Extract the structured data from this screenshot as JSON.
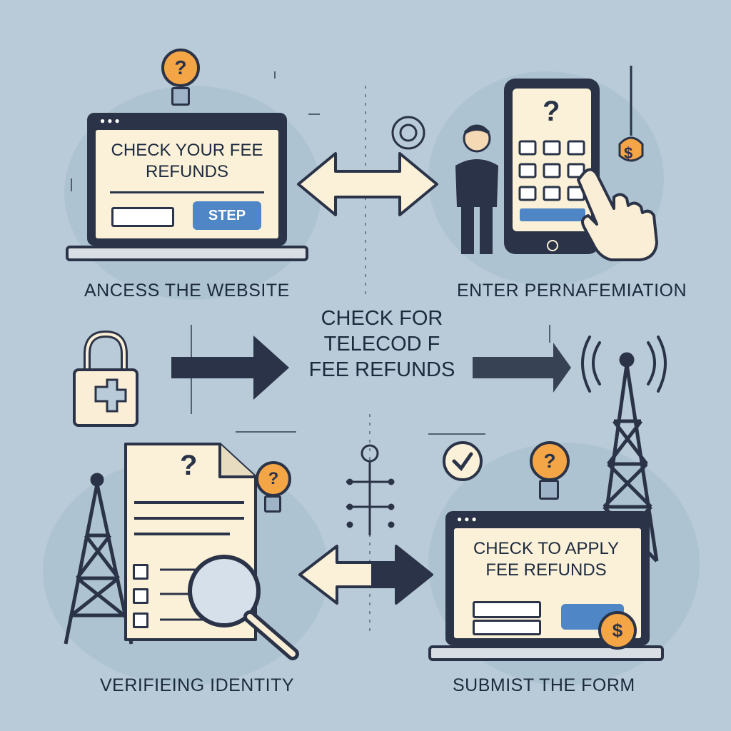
{
  "center": {
    "line1": "CHECK FOR",
    "line2": "TELECOD  F",
    "line3": "FEE REFUNDS"
  },
  "steps": {
    "top_left": {
      "caption": "ANCESS THE WEBSITE",
      "screen_title": "CHECK YOUR FEE REFUNDS",
      "button_label": "STEP"
    },
    "top_right": {
      "caption": "ENTER PERNAFEMIATION",
      "phone_glyph": "?"
    },
    "bottom_left": {
      "caption": "VERIFIEING IDENTITY",
      "doc_glyph": "?"
    },
    "bottom_right": {
      "caption": "SUBMIST THE FORM",
      "screen_title": "CHECK TO APPLY FEE REFUNDS"
    }
  },
  "glyphs": {
    "question": "?",
    "dollar": "$"
  },
  "colors": {
    "background": "#b9cbd8",
    "ink": "#1c2a3e",
    "paper": "#fbf1d9",
    "accent_orange": "#f4a546",
    "accent_blue": "#4f86c6"
  }
}
